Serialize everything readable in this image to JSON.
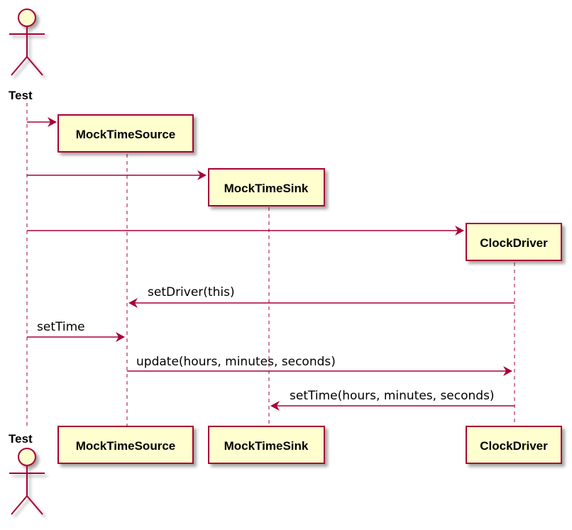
{
  "colors": {
    "line": "#A80036",
    "box_fill": "#FEFECE",
    "shadow": "#C8C8C8",
    "text": "#000000"
  },
  "actor": {
    "name": "Test"
  },
  "participants": {
    "source": "MockTimeSource",
    "sink": "MockTimeSink",
    "driver": "ClockDriver"
  },
  "messages": [
    {
      "label": ""
    },
    {
      "label": ""
    },
    {
      "label": ""
    },
    {
      "label": "setDriver(this)"
    },
    {
      "label": "setTime"
    },
    {
      "label": "update(hours, minutes, seconds)"
    },
    {
      "label": "setTime(hours, minutes, seconds)"
    }
  ]
}
